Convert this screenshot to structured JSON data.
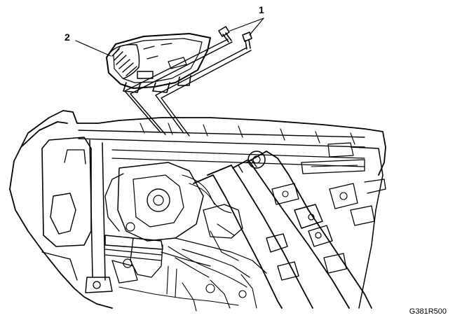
{
  "callouts": {
    "one": "1",
    "two": "2"
  },
  "figure_code": "G381R500",
  "colors": {
    "background": "#ffffff",
    "line": "#000000"
  }
}
